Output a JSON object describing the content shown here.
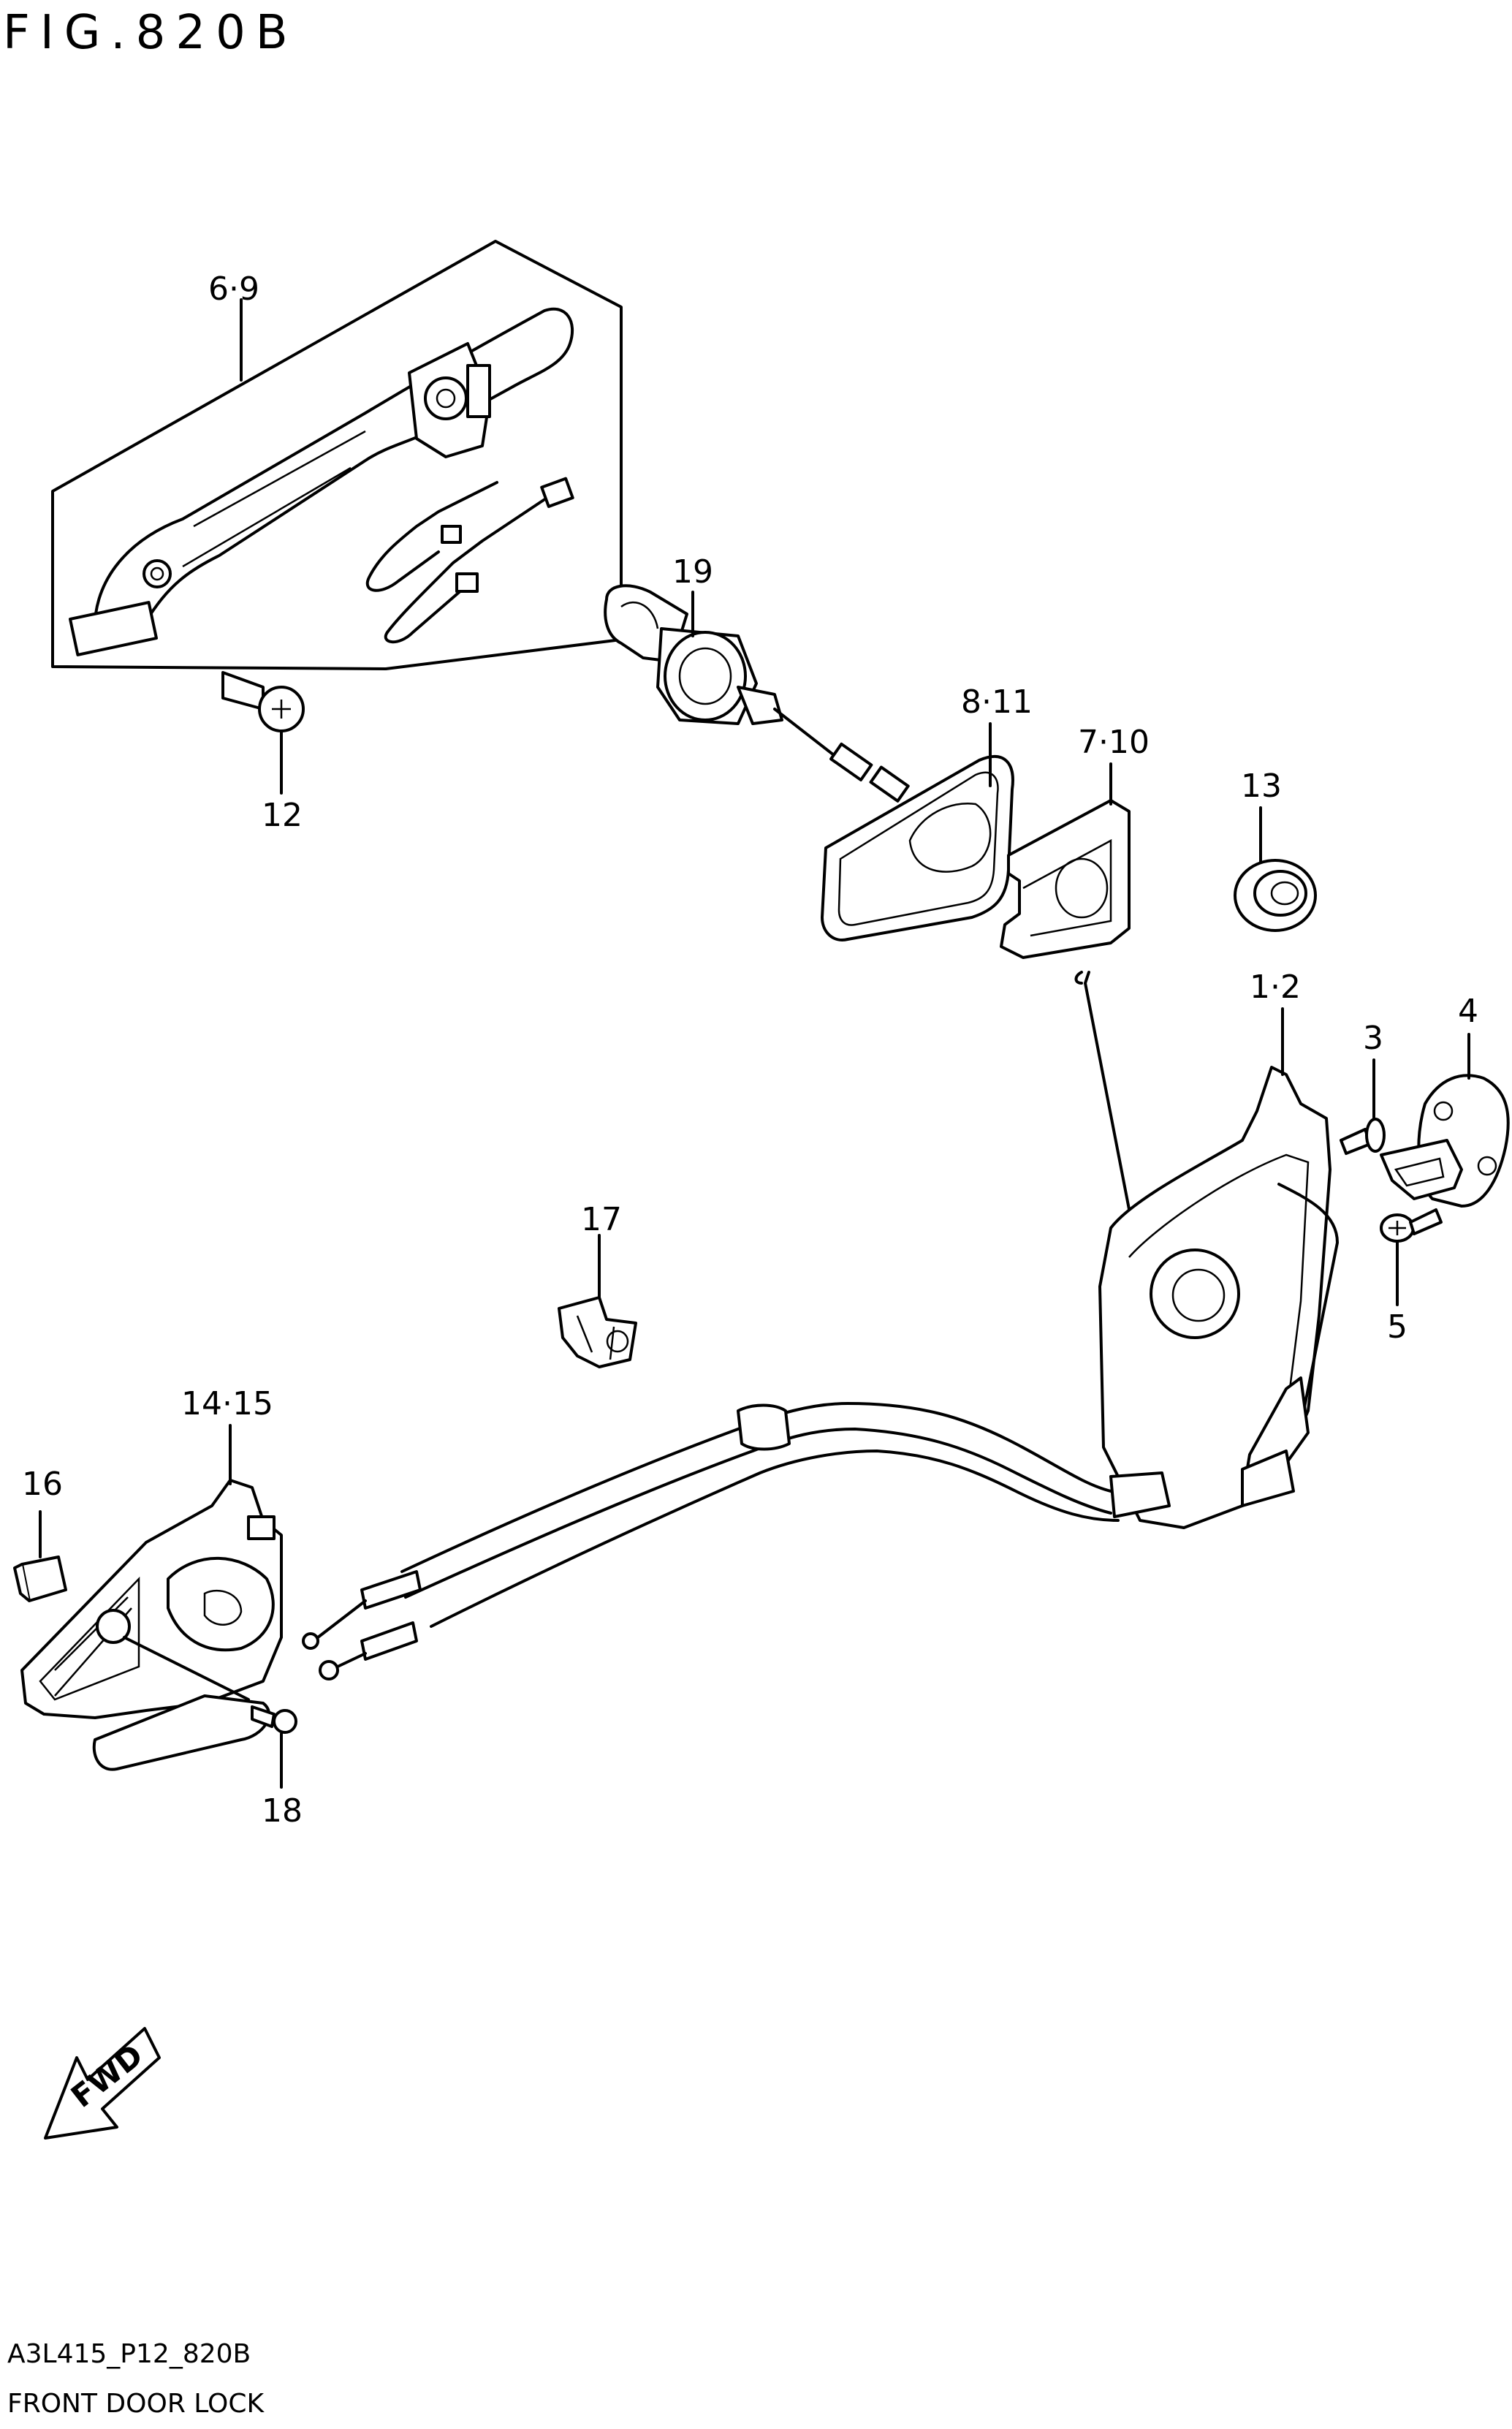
{
  "figure_title": "FIG.820B",
  "drawing_code": "A3L415_P12_820B",
  "drawing_name": "FRONT DOOR LOCK",
  "fwd_label": "FWD",
  "callouts": [
    {
      "id": "c69",
      "text": "6·9"
    },
    {
      "id": "c12",
      "text": "12"
    },
    {
      "id": "c19",
      "text": "19"
    },
    {
      "id": "c811",
      "text": "8·11"
    },
    {
      "id": "c710",
      "text": "7·10"
    },
    {
      "id": "c13",
      "text": "13"
    },
    {
      "id": "c12b",
      "text": "1·2"
    },
    {
      "id": "c3",
      "text": "3"
    },
    {
      "id": "c4",
      "text": "4"
    },
    {
      "id": "c5",
      "text": "5"
    },
    {
      "id": "c17",
      "text": "17"
    },
    {
      "id": "c1415",
      "text": "14·15"
    },
    {
      "id": "c16",
      "text": "16"
    },
    {
      "id": "c18",
      "text": "18"
    }
  ]
}
